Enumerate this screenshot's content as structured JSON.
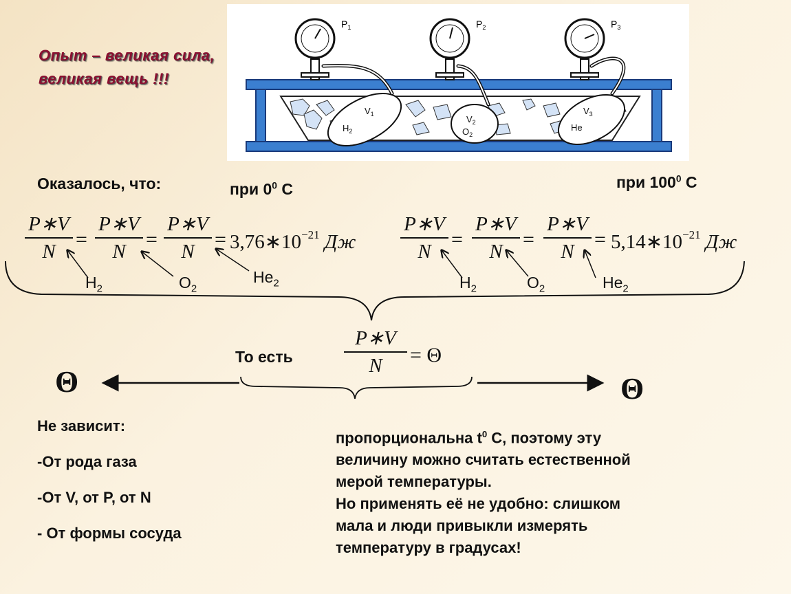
{
  "motto": "Опыт – великая сила, великая вещь !!!",
  "apparatus": {
    "gauges": [
      "P1",
      "P2",
      "P3"
    ],
    "vessels": [
      {
        "volume": "V1",
        "gas": "H2"
      },
      {
        "volume": "V2",
        "gas": "O2"
      },
      {
        "volume": "V3",
        "gas": "He"
      }
    ]
  },
  "intro": "Оказалось, что:",
  "cond0": {
    "prefix": "при 0",
    "sup": "0",
    "suffix": " С"
  },
  "cond100": {
    "prefix": "при 100",
    "sup": "0",
    "suffix": " С"
  },
  "formula": {
    "num": "P∗V",
    "den": "N",
    "eq": "="
  },
  "value0": {
    "mant": "3,76∗10",
    "exp": "−21",
    "unit": " Дж"
  },
  "value100": {
    "mant": "5,14∗10",
    "exp": "−21",
    "unit": " Дж"
  },
  "gas_labels": {
    "h2": "H",
    "o2": "O",
    "he": "He",
    "sub": "2"
  },
  "that_is": "То есть",
  "theta": "Θ",
  "independent": {
    "title": "Не зависит:",
    "items": [
      "-От рода газа",
      "-От V, от P, от N",
      "- От формы сосуда"
    ]
  },
  "proportional": {
    "line1": "пропорциональна  t",
    "line1_sup": "0",
    "line1_rest": " С, поэтому эту",
    "line2": "величину можно считать естественной",
    "line3": "мерой температуры.",
    "line4": "Но применять её не удобно: слишком",
    "line5": "мала и люди привыкли измерять",
    "line6": "температуру в градусах!"
  }
}
